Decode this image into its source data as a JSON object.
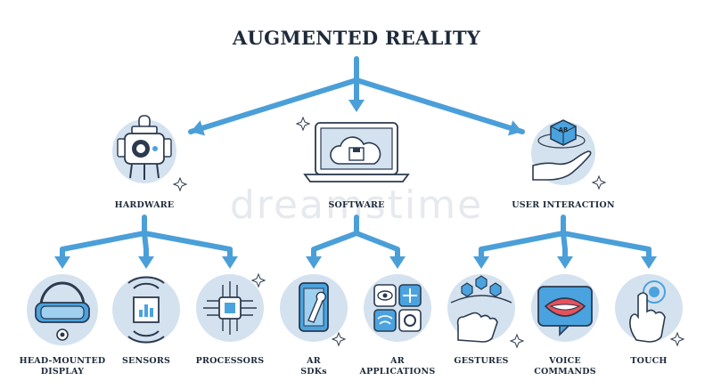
{
  "title": "AUGMENTED REALITY",
  "watermark": "dreamstime",
  "colors": {
    "arrow": "#4b9fd8",
    "circle_fill": "#d4e2ef",
    "accent_blue": "#4aa3df",
    "outline": "#2b3a4f",
    "lips": "#e8505b"
  },
  "categories": [
    {
      "name": "HARDWARE",
      "icon": "robot-camera-icon",
      "items": [
        {
          "name": [
            "HEAD-MOUNTED",
            "DISPLAY"
          ],
          "icon": "vr-headset-icon"
        },
        {
          "name": [
            "SENSORS"
          ],
          "icon": "sensor-icon"
        },
        {
          "name": [
            "PROCESSORS"
          ],
          "icon": "processor-chip-icon"
        }
      ]
    },
    {
      "name": "SOFTWARE",
      "icon": "laptop-cloud-icon",
      "items": [
        {
          "name": [
            "AR",
            "SDKs"
          ],
          "icon": "phone-wrench-icon"
        },
        {
          "name": [
            "AR",
            "APPLICATIONS"
          ],
          "icon": "app-grid-icon"
        }
      ]
    },
    {
      "name": "USER INTERACTION",
      "icon": "hand-ar-cube-icon",
      "items": [
        {
          "name": [
            "GESTURES"
          ],
          "icon": "hand-cubes-icon"
        },
        {
          "name": [
            "VOICE",
            "COMMANDS"
          ],
          "icon": "mouth-icon"
        },
        {
          "name": [
            "TOUCH"
          ],
          "icon": "touch-finger-icon"
        }
      ]
    }
  ]
}
